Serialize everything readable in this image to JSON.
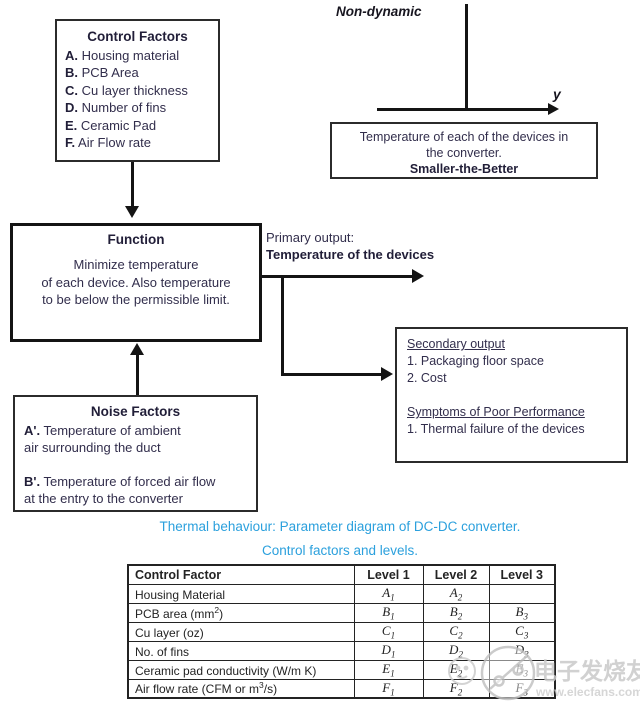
{
  "diagram": {
    "non_dynamic_label": "Non-dynamic",
    "y_axis_label": "y",
    "control_box": {
      "title": "Control Factors",
      "items": [
        {
          "prefix": "A.",
          "text": "Housing material"
        },
        {
          "prefix": "B.",
          "text": "PCB Area"
        },
        {
          "prefix": "C.",
          "text": "Cu layer thickness"
        },
        {
          "prefix": "D.",
          "text": "Number of fins"
        },
        {
          "prefix": "E.",
          "text": "Ceramic Pad"
        },
        {
          "prefix": "F.",
          "text": "Air Flow rate"
        }
      ]
    },
    "response_box": {
      "line1": "Temperature of each of the devices in",
      "line2": "the converter.",
      "bold_line": "Smaller-the-Better"
    },
    "function_box": {
      "title": "Function",
      "line1": "Minimize temperature",
      "line2": "of each device. Also temperature",
      "line3": "to be below the permissible limit."
    },
    "primary_output": {
      "label": "Primary output:",
      "value": "Temperature of the devices"
    },
    "secondary_box": {
      "heading1": "Secondary output",
      "item1": "1. Packaging floor space",
      "item2": "2. Cost",
      "heading2": "Symptoms of Poor Performance",
      "item3": "1. Thermal failure of the devices"
    },
    "noise_box": {
      "title": "Noise Factors",
      "items": [
        {
          "prefix": "A'.",
          "line1": "Temperature of ambient",
          "line2": "air surrounding the duct"
        },
        {
          "prefix": "B'.",
          "line1": "Temperature of forced air flow",
          "line2": "at the entry to the converter"
        }
      ]
    }
  },
  "captions": {
    "figure": "Thermal behaviour: Parameter diagram of DC-DC converter.",
    "table": "Control factors and levels."
  },
  "table": {
    "headers": {
      "factor": "Control Factor",
      "l1": "Level 1",
      "l2": "Level 2",
      "l3": "Level 3"
    },
    "rows": [
      {
        "label": {
          "pre": "Housing Material",
          "sup": "",
          "post": ""
        },
        "l1": {
          "base": "A",
          "sub": "1"
        },
        "l2": {
          "base": "A",
          "sub": "2"
        },
        "l3": {
          "base": "",
          "sub": ""
        }
      },
      {
        "label": {
          "pre": "PCB area (mm",
          "sup": "2",
          "post": ")"
        },
        "l1": {
          "base": "B",
          "sub": "1"
        },
        "l2": {
          "base": "B",
          "sub": "2"
        },
        "l3": {
          "base": "B",
          "sub": "3"
        }
      },
      {
        "label": {
          "pre": "Cu layer (oz)",
          "sup": "",
          "post": ""
        },
        "l1": {
          "base": "C",
          "sub": "1"
        },
        "l2": {
          "base": "C",
          "sub": "2"
        },
        "l3": {
          "base": "C",
          "sub": "3"
        }
      },
      {
        "label": {
          "pre": "No. of fins",
          "sup": "",
          "post": ""
        },
        "l1": {
          "base": "D",
          "sub": "1"
        },
        "l2": {
          "base": "D",
          "sub": "2"
        },
        "l3": {
          "base": "D",
          "sub": "3"
        }
      },
      {
        "label": {
          "pre": "Ceramic pad conductivity (W/m K)",
          "sup": "",
          "post": ""
        },
        "l1": {
          "base": "E",
          "sub": "1"
        },
        "l2": {
          "base": "E",
          "sub": "2"
        },
        "l3": {
          "base": "E",
          "sub": "3"
        }
      },
      {
        "label": {
          "pre": "Air flow rate (CFM or m",
          "sup": "3",
          "post": "/s)"
        },
        "l1": {
          "base": "F",
          "sub": "1"
        },
        "l2": {
          "base": "F",
          "sub": "2"
        },
        "l3": {
          "base": "F",
          "sub": "3"
        }
      }
    ]
  },
  "watermark": {
    "cn_text": "电子发烧友",
    "url_text": "www.elecfans.com"
  },
  "colors": {
    "caption_blue": "#2ba0dd",
    "line_black": "#141414",
    "watermark_gray": "#c6c6c6"
  }
}
